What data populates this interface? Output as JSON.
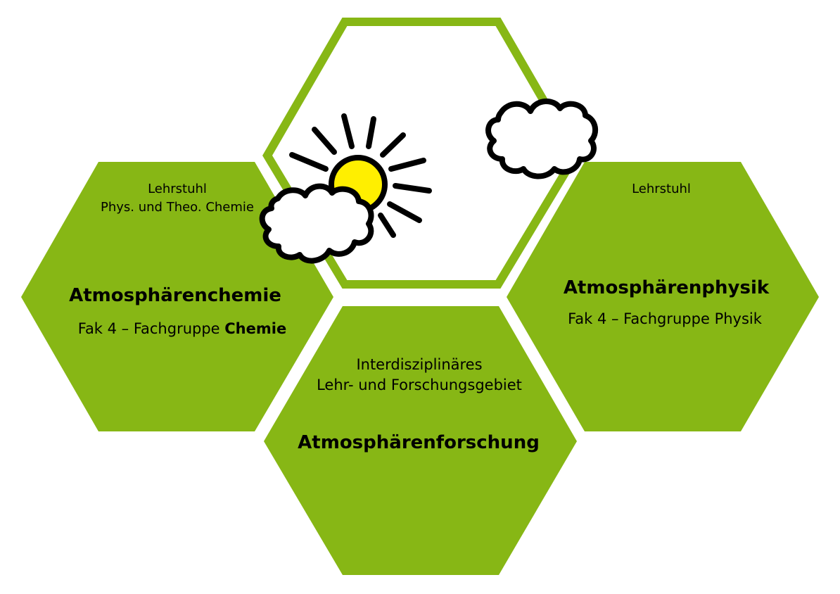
{
  "colors": {
    "hex_fill": "#87b715",
    "hex_outline": "#87b715",
    "sun": "#ffef00",
    "stroke": "#000000",
    "background": "#ffffff"
  },
  "icons": [
    "sun-icon",
    "cloud-icon",
    "cloud-icon"
  ],
  "chemistry": {
    "line1": "Lehrstuhl",
    "line2": "Phys. und Theo. Chemie",
    "title": "Atmosphärenchemie",
    "subtitle_prefix": "Fak 4 – Fachgruppe ",
    "subtitle_bold": "Chemie"
  },
  "physics": {
    "line1": "Lehrstuhl",
    "title": "Atmosphärenphysik",
    "subtitle": "Fak 4 – Fachgruppe Physik"
  },
  "research": {
    "line1": "Interdisziplinäres",
    "line2": "Lehr- und Forschungsgebiet",
    "title": "Atmosphärenforschung"
  }
}
